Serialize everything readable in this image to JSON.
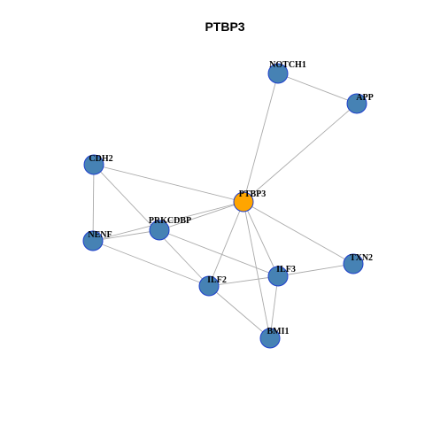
{
  "title": "PTBP3",
  "colors": {
    "node_fill": "#4682B4",
    "node_border": "#1E3FCC",
    "center_fill": "#FFA500",
    "center_border": "#1E3FCC",
    "edge": "#AAAAAA"
  },
  "nodes": [
    {
      "id": "PTBP3",
      "label": "PTBP3",
      "center": true
    },
    {
      "id": "NOTCH1",
      "label": "NOTCH1"
    },
    {
      "id": "APP",
      "label": "APP"
    },
    {
      "id": "CDH2",
      "label": "CDH2"
    },
    {
      "id": "PRKCDBP",
      "label": "PRKCDBP"
    },
    {
      "id": "NENF",
      "label": "NENF"
    },
    {
      "id": "ILF3",
      "label": "ILF3"
    },
    {
      "id": "TXN2",
      "label": "TXN2"
    },
    {
      "id": "ILF2",
      "label": "ILF2"
    },
    {
      "id": "BMI1",
      "label": "BMI1"
    }
  ],
  "edges": [
    [
      "NOTCH1",
      "APP"
    ],
    [
      "NOTCH1",
      "PTBP3"
    ],
    [
      "APP",
      "PTBP3"
    ],
    [
      "CDH2",
      "PTBP3"
    ],
    [
      "CDH2",
      "NENF"
    ],
    [
      "CDH2",
      "ILF2"
    ],
    [
      "PTBP3",
      "PRKCDBP"
    ],
    [
      "PTBP3",
      "NENF"
    ],
    [
      "PTBP3",
      "ILF3"
    ],
    [
      "PTBP3",
      "TXN2"
    ],
    [
      "PTBP3",
      "ILF2"
    ],
    [
      "PTBP3",
      "BMI1"
    ],
    [
      "PRKCDBP",
      "NENF"
    ],
    [
      "PRKCDBP",
      "ILF3"
    ],
    [
      "NENF",
      "ILF2"
    ],
    [
      "ILF3",
      "ILF2"
    ],
    [
      "ILF3",
      "TXN2"
    ],
    [
      "ILF3",
      "BMI1"
    ],
    [
      "ILF2",
      "BMI1"
    ]
  ]
}
